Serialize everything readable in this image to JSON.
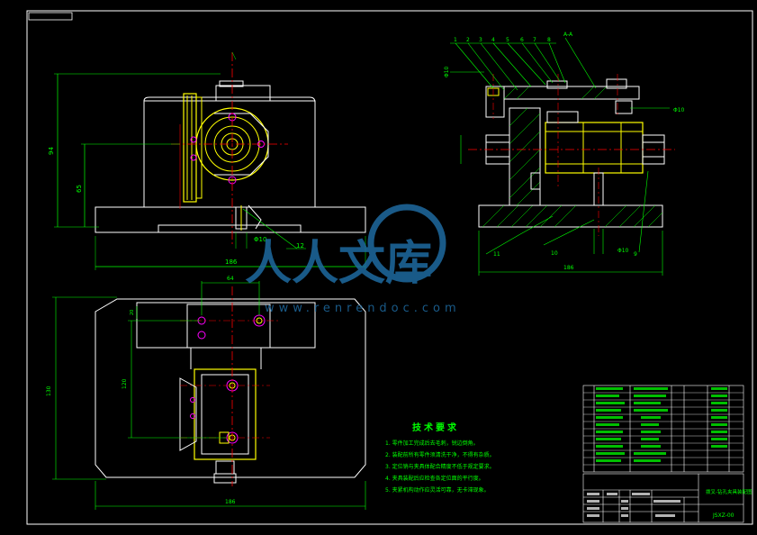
{
  "drawing": {
    "front_view": {
      "dims": {
        "height_total": "94",
        "height_center": "65",
        "width_base": "186",
        "hole_label": "Φ10"
      },
      "callout_right": "12"
    },
    "side_view": {
      "section_label": "A-A",
      "hole_top_left": "Φ10",
      "hole_right": "Φ10",
      "hole_bottom": "Φ10",
      "dim_width": "186",
      "callouts": [
        "1",
        "2",
        "3",
        "4",
        "5",
        "6",
        "7",
        "8"
      ],
      "callout_bottom": [
        "11",
        "10",
        "9"
      ]
    },
    "top_view": {
      "dims": {
        "top_width": "64",
        "overall_height": "130",
        "left_height": "120",
        "width_base": "186",
        "left_small": "20"
      }
    },
    "tech_requirements": {
      "title": "技术要求",
      "lines": [
        "1. 零件加工完成后去毛刺，锐边倒角。",
        "2. 装配前所有零件须清洗干净，不得有杂质。",
        "3. 定位销与夹具体配合精度不低于规定要求。",
        "4. 夹具装配后应检查各定位面的平行度。",
        "5. 夹紧机构动作应灵活可靠，无卡滞现象。"
      ]
    },
    "title_block": {
      "drawing_name": "拨叉-钻孔夹具装配图",
      "drawing_number": "JSXZ-00"
    },
    "watermark": {
      "cn": "人人文库",
      "url": "www.renrendoc.com"
    }
  },
  "colors": {
    "background": "#000000",
    "outline": "#ffffff",
    "dimension": "#00ff00",
    "center": "#ff0000",
    "part_yellow": "#ffff00",
    "magenta": "#ff00ff",
    "cyan": "#00ffff",
    "watermark": "#1e6aa0"
  }
}
